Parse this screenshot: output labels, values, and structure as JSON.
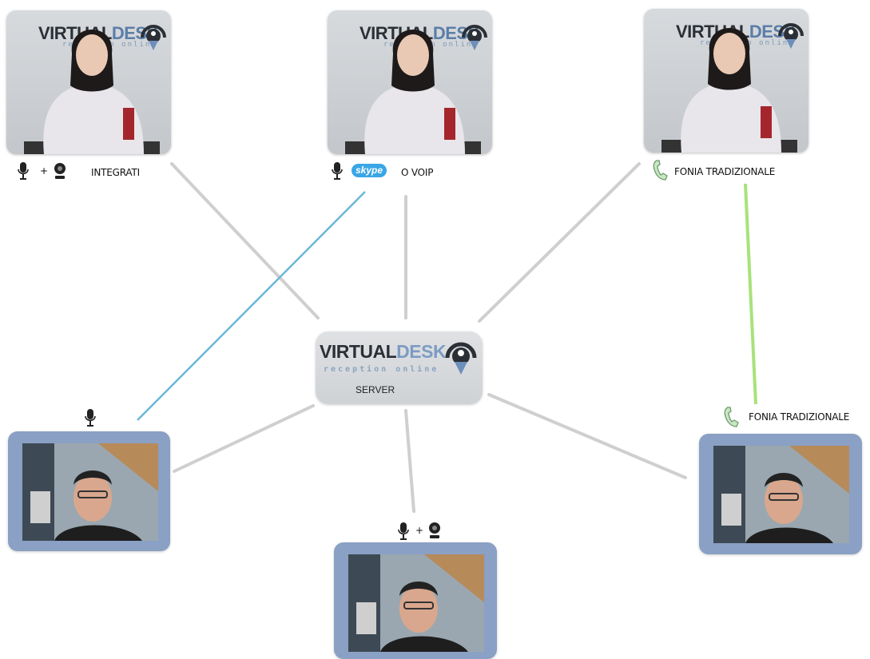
{
  "brand": {
    "name_dark": "VIRTUAL",
    "name_accent": "DESK",
    "tagline": "reception online"
  },
  "operators": [
    {
      "caption": "INTEGRATI"
    },
    {
      "skype_badge": "skype",
      "caption": "O VOIP"
    },
    {
      "caption": "FONIA TRADIZIONALE"
    }
  ],
  "server": {
    "label": "SERVER"
  },
  "clients": [
    {
      "caption": ""
    },
    {
      "caption": ""
    },
    {
      "caption": "FONIA TRADIZIONALE"
    }
  ],
  "colors": {
    "link_default": "#cfcfcf",
    "link_skype": "#6ab7d8",
    "link_phone": "#a8e27a",
    "client_frame": "#8aa0c4",
    "brand_accent": "#5b7ea8"
  },
  "icons": {
    "microphone": "microphone-icon",
    "webcam": "webcam-icon",
    "phone": "phone-handset-icon",
    "headset_logo": "headset-pin-logo"
  }
}
